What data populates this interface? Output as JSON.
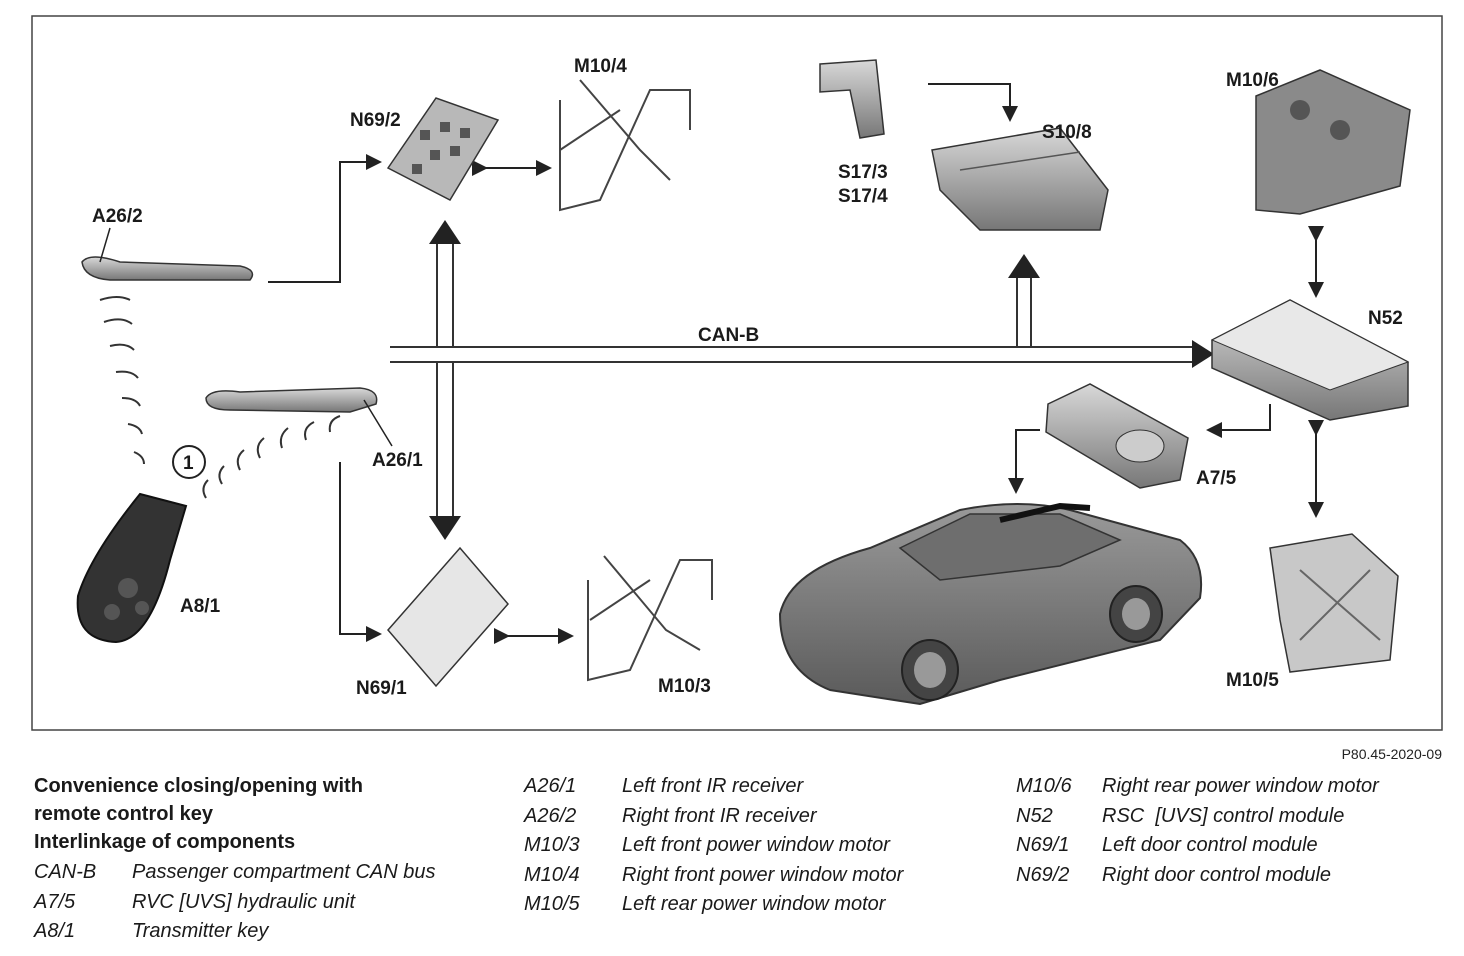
{
  "diagram": {
    "labels": {
      "a26_2": "A26/2",
      "a26_1": "A26/1",
      "a8_1": "A8/1",
      "n69_2": "N69/2",
      "n69_1": "N69/1",
      "m10_4": "M10/4",
      "m10_3": "M10/3",
      "s17": [
        "S17/3",
        "S17/4"
      ],
      "s10_8": "S10/8",
      "m10_6": "M10/6",
      "n52": "N52",
      "a7_5": "A7/5",
      "m10_5": "M10/5",
      "can_b": "CAN-B",
      "marker": "1"
    },
    "figure_code": "P80.45-2020-09"
  },
  "caption": {
    "title_lines": [
      "Convenience closing/opening with",
      "remote control key",
      "Interlinkage of components"
    ]
  },
  "legend": [
    [
      {
        "code": "CAN-B",
        "desc": "Passenger compartment CAN bus"
      },
      {
        "code": "A7/5",
        "desc": "RVC [UVS] hydraulic unit"
      },
      {
        "code": "A8/1",
        "desc": "Transmitter key"
      }
    ],
    [
      {
        "code": "A26/1",
        "desc": "Left front IR receiver"
      },
      {
        "code": "A26/2",
        "desc": "Right front IR receiver"
      },
      {
        "code": "M10/3",
        "desc": "Left front power window motor"
      },
      {
        "code": "M10/4",
        "desc": "Right front power window motor"
      },
      {
        "code": "M10/5",
        "desc": "Left rear power window motor"
      }
    ],
    [
      {
        "code": "M10/6",
        "desc": "Right rear power window motor"
      },
      {
        "code": "N52",
        "desc": "RSC  [UVS] control module"
      },
      {
        "code": "N69/1",
        "desc": "Left door control module"
      },
      {
        "code": "N69/2",
        "desc": "Right door control module"
      }
    ]
  ]
}
